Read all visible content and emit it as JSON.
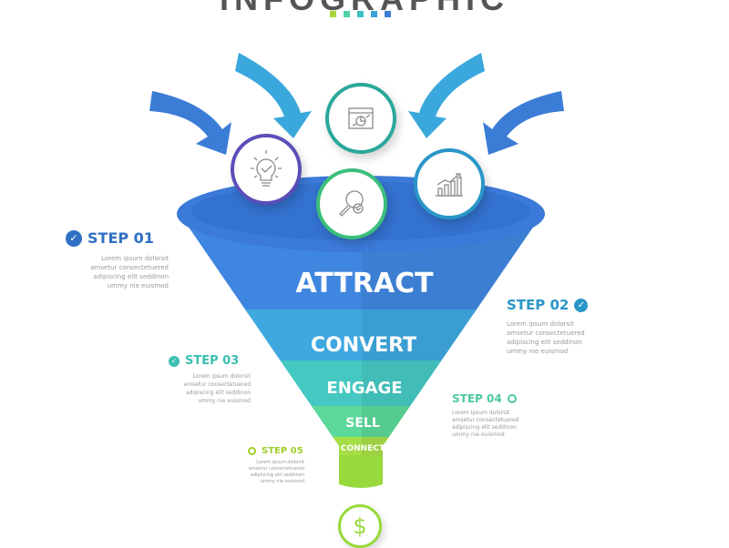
{
  "header": {
    "title": "INFOGRAPHIC",
    "swatch_colors": [
      "#a6d63a",
      "#4fd1a6",
      "#3dbfc4",
      "#3aa0d8",
      "#3b7cd6"
    ]
  },
  "funnel": {
    "stages": [
      {
        "label": "ATTRACT",
        "color": "#3f86e0"
      },
      {
        "label": "CONVERT",
        "color": "#3fa8e0"
      },
      {
        "label": "ENGAGE",
        "color": "#46c8c2"
      },
      {
        "label": "SELL",
        "color": "#5cd89a"
      },
      {
        "label": "CONNECT",
        "color": "#a6de47"
      }
    ],
    "rim_color": "#3b7ad8",
    "spout_color": "#98d93c",
    "output_icon": "dollar-icon",
    "output_symbol": "$"
  },
  "input_icons": [
    {
      "name": "lightbulb-icon",
      "ring_color": "#5a4fb8"
    },
    {
      "name": "browser-chart-icon",
      "ring_color": "#2aa89a"
    },
    {
      "name": "magnifier-check-icon",
      "ring_color": "#3bbf7a"
    },
    {
      "name": "bar-chart-growth-icon",
      "ring_color": "#2a96c8"
    }
  ],
  "arrows": [
    "#3b7cd6",
    "#3aa8dc",
    "#3aa8dc",
    "#3b7cd6"
  ],
  "steps": [
    {
      "title": "STEP 01",
      "color": "#2f6fc4",
      "marker": "check-circle-icon",
      "body": "Lorem ipsum dolorsit\namsetur consectetuered\nadipiscing elit seddinon\nummy nie euismod"
    },
    {
      "title": "STEP 02",
      "color": "#2a96c8",
      "marker": "check-circle-icon",
      "body": "Lorem ipsum dolorsit\namsetur consectetuered\nadipiscing elit seddinon\nummy nie euismod"
    },
    {
      "title": "STEP 03",
      "color": "#3bbfb0",
      "marker": "check-circle-icon",
      "body": "Lorem ipsum dolorsit\namsetur consectetuered\nadipiscing elit seddinon\nummy nie euismod"
    },
    {
      "title": "STEP 04",
      "color": "#4cc99a",
      "marker": "circle-outline-icon",
      "body": "Lorem ipsum dolorsit\namsetur consectetuered\nadipiscing elit seddinon\nummy nie euismod"
    },
    {
      "title": "STEP 05",
      "color": "#9ccf2a",
      "marker": "circle-outline-icon",
      "body": "Lorem ipsum dolorsit\namsetur consectetuered\nadipiscing elit seddinon\nummy nie euismod"
    }
  ]
}
